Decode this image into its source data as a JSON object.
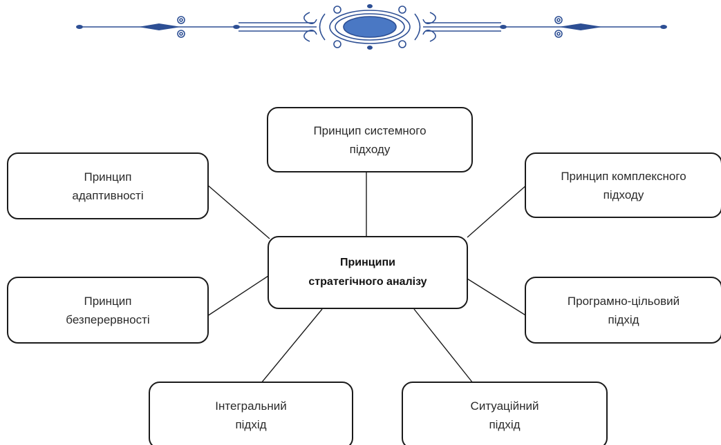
{
  "colors": {
    "ornament": "#2d4f94",
    "ornament_fill": "#4a78c4",
    "border": "#1a1a1a",
    "text": "#2a2a2a"
  },
  "center": {
    "line1": "Принципи",
    "line2": "стратегічного аналізу"
  },
  "nodes": [
    {
      "line1": "Принцип системного",
      "line2": "підходу"
    },
    {
      "line1": "Принцип комплексного",
      "line2": "підходу"
    },
    {
      "line1": "Програмно-цільовий",
      "line2": "підхід"
    },
    {
      "line1": "Ситуаційний",
      "line2": "підхід"
    },
    {
      "line1": "Інтегральний",
      "line2": "підхід"
    },
    {
      "line1": "Принцип",
      "line2": "безперервності"
    },
    {
      "line1": "Принцип",
      "line2": "адаптивності"
    }
  ]
}
